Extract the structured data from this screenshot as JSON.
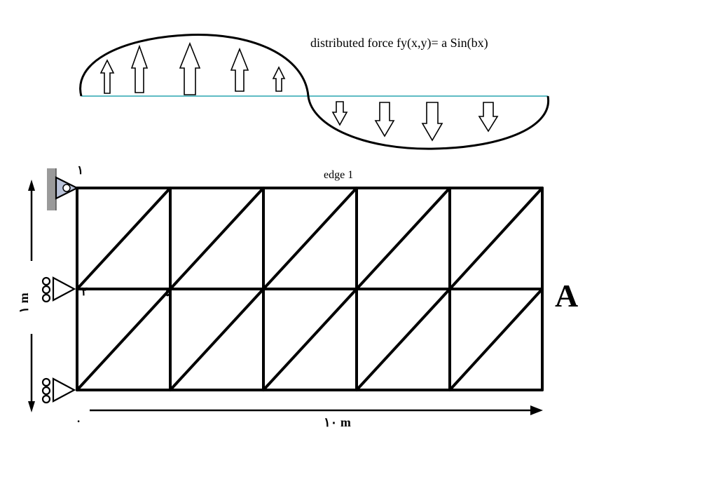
{
  "load": {
    "label": "distributed force fy(x,y)= a Sin(bx)"
  },
  "structure": {
    "edge_label": "edge 1",
    "point_label": "A",
    "bays": 5,
    "panels": 2
  },
  "node_labels": {
    "top_left": "١",
    "mid_left": "٢",
    "mid_interior": "۵",
    "bottom_left": "."
  },
  "dimensions": {
    "height_label": "١ m",
    "width_label": "١٠ m"
  },
  "colors": {
    "members": "#000000",
    "load_baseline": "#2aa6b0",
    "support_wall": "#9a9a9a"
  }
}
